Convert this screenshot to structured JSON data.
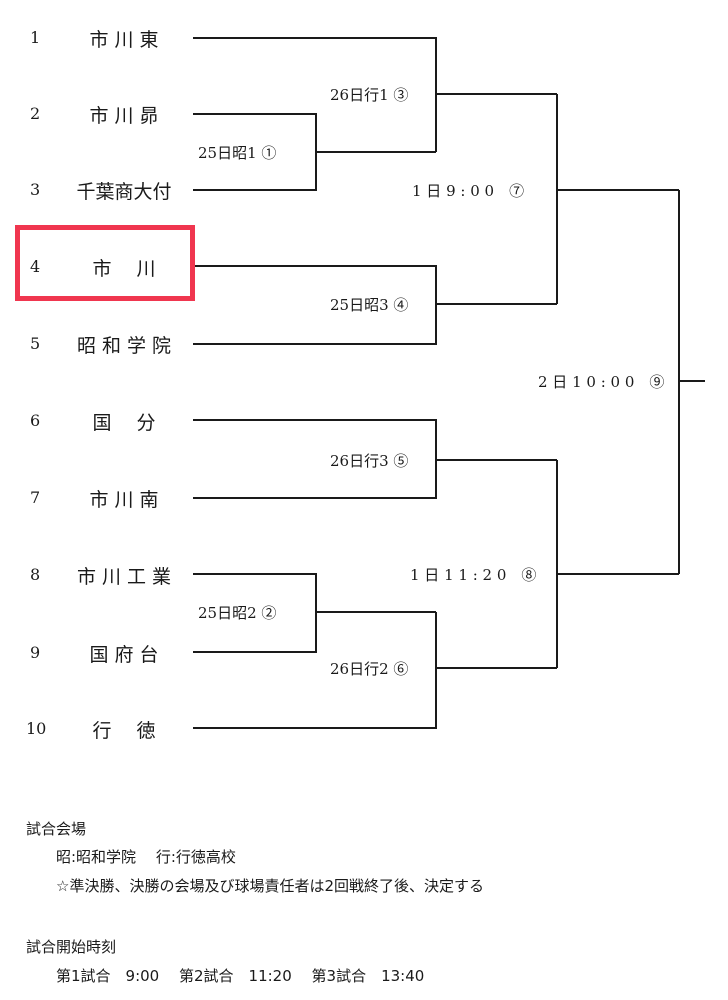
{
  "teams": [
    {
      "seed": "1",
      "name": "市 川 東"
    },
    {
      "seed": "2",
      "name": "市 川 昴"
    },
    {
      "seed": "3",
      "name": "千葉商大付"
    },
    {
      "seed": "4",
      "name": "市　 川"
    },
    {
      "seed": "5",
      "name": "昭 和 学 院"
    },
    {
      "seed": "6",
      "name": "国　 分"
    },
    {
      "seed": "7",
      "name": "市 川 南"
    },
    {
      "seed": "8",
      "name": "市 川 工 業"
    },
    {
      "seed": "9",
      "name": "国 府 台"
    },
    {
      "seed": "10",
      "name": "行　 徳"
    }
  ],
  "matches": [
    {
      "id": "m1",
      "label": "25日昭1 ①"
    },
    {
      "id": "m2",
      "label": "25日昭2 ②"
    },
    {
      "id": "m3",
      "label": "26日行1 ③"
    },
    {
      "id": "m4",
      "label": "25日昭3 ④"
    },
    {
      "id": "m5",
      "label": "26日行3 ⑤"
    },
    {
      "id": "m6",
      "label": "26日行2 ⑥"
    },
    {
      "id": "m7",
      "label": "1 日 9 : 0 0　⑦"
    },
    {
      "id": "m8",
      "label": "1 日 1 1 : 2 0　⑧"
    },
    {
      "id": "m9",
      "label": "2 日 1 0 : 0 0　⑨"
    }
  ],
  "highlight_color": "#f0364f",
  "notes": {
    "venue_title": "試合会場",
    "venue_line": "昭:昭和学院　 行:行徳高校",
    "venue_note": "☆準決勝、決勝の会場及び球場責任者は2回戦終了後、決定する",
    "time_title": "試合開始時刻",
    "time_line": "第1試合　9:00　 第2試合　11:20　 第3試合　13:40"
  }
}
